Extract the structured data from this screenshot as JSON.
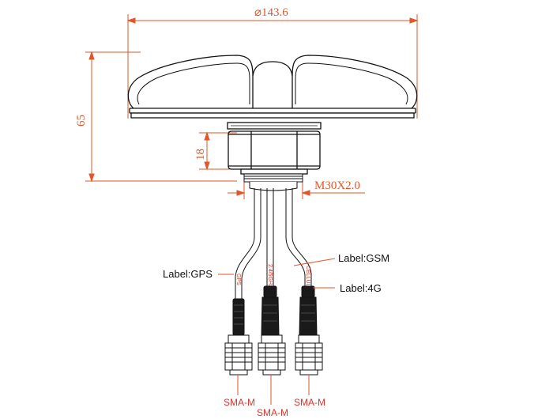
{
  "dimensions": {
    "diameter": "⌀143.6",
    "height": "65",
    "nut_height": "18",
    "thread": "M30X2.0"
  },
  "labels": {
    "gps": "Label:GPS",
    "gsm": "Label:GSM",
    "lte": "Label:4G"
  },
  "cable_prints": {
    "gps": "GPS",
    "gsm": "2.4/5GHz",
    "lte": "CELLULAR"
  },
  "connectors": {
    "left": "SMA-M",
    "middle": "SMA-M",
    "right": "SMA-M"
  },
  "colors": {
    "dimension": "#e2562a",
    "outline": "#111111",
    "connector_label": "#e0352b"
  }
}
